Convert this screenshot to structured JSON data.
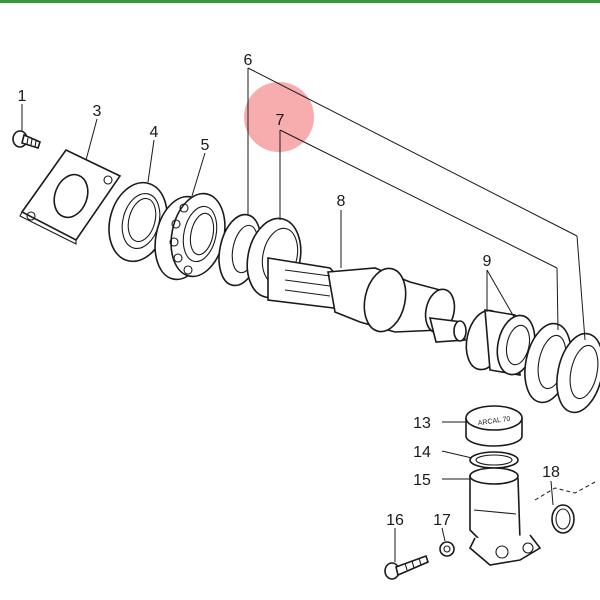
{
  "colors": {
    "top_border": "#3a9a3a",
    "highlight": "#f06a6a",
    "ink": "#1a1a1a"
  },
  "diagram": {
    "callouts": [
      "1",
      "3",
      "4",
      "5",
      "6",
      "7",
      "8",
      "9",
      "13",
      "14",
      "15",
      "16",
      "17",
      "18"
    ],
    "highlighted_callout": "7",
    "cap_text": "ARCAL 70"
  }
}
